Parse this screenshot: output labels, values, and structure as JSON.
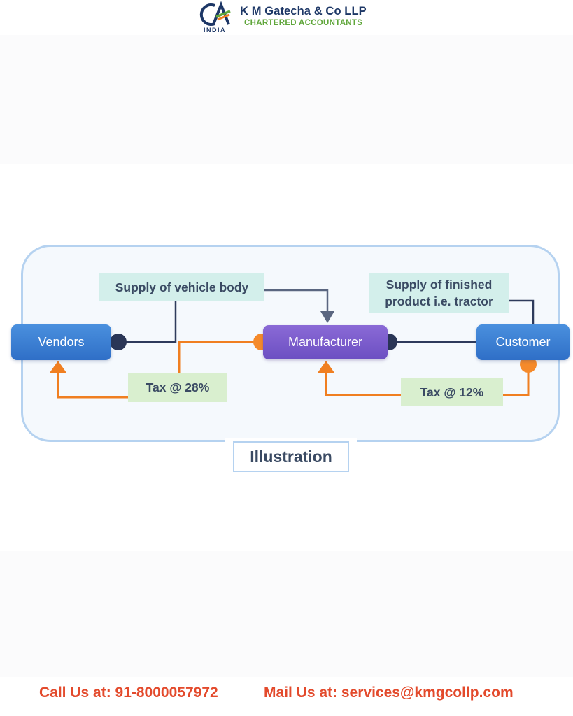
{
  "header": {
    "company": "K M Gatecha & Co LLP",
    "tagline": "CHARTERED ACCOUNTANTS",
    "logo_text": "CA INDIA",
    "colors": {
      "navy": "#1d3766",
      "green": "#5fa63a",
      "orange": "#f07f21"
    }
  },
  "diagram": {
    "nodes": {
      "vendors": "Vendors",
      "manufacturer": "Manufacturer",
      "customer": "Customer"
    },
    "labels": {
      "supply_body": "Supply of vehicle body",
      "supply_finished_line1": "Supply of finished",
      "supply_finished_line2": "product i.e. tractor",
      "tax_28": "Tax @ 28%",
      "tax_12": "Tax @ 12%"
    },
    "caption": "Illustration",
    "colors": {
      "supply_line": "#2e3b5c",
      "tax_line": "#f07f21",
      "node_blue": "#3a7fd5",
      "node_purple": "#7a5dcc",
      "frame": "#b5d2f0"
    }
  },
  "footer": {
    "call": "Call Us at: 91-8000057972",
    "mail": "Mail Us at: services@kmgcollp.com"
  }
}
